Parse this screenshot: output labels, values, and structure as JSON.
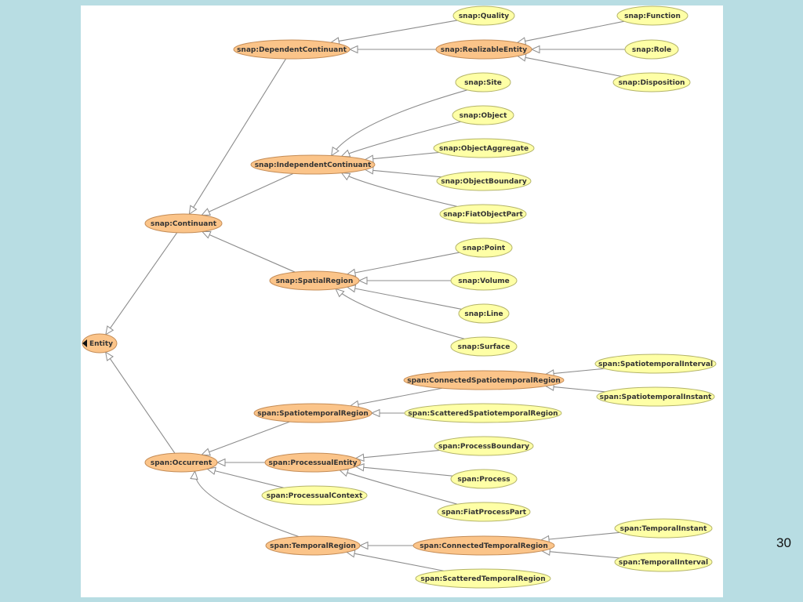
{
  "slide_number": "30",
  "colors": {
    "class_fill": "#fbc489",
    "class_stroke": "#c48c56",
    "leaf_fill": "#feffa6",
    "leaf_stroke": "#b4b46a",
    "edge": "#8c8c8c",
    "background": "#b8dde3"
  },
  "nodes": [
    {
      "id": "entity",
      "label": "Entity",
      "kind": "class"
    },
    {
      "id": "snap-continuant",
      "label": "snap:Continuant",
      "kind": "class"
    },
    {
      "id": "snap-dependent-continuant",
      "label": "snap:DependentContinuant",
      "kind": "class"
    },
    {
      "id": "snap-quality",
      "label": "snap:Quality",
      "kind": "leaf"
    },
    {
      "id": "snap-realizable-entity",
      "label": "snap:RealizableEntity",
      "kind": "class"
    },
    {
      "id": "snap-function",
      "label": "snap:Function",
      "kind": "leaf"
    },
    {
      "id": "snap-role",
      "label": "snap:Role",
      "kind": "leaf"
    },
    {
      "id": "snap-disposition",
      "label": "snap:Disposition",
      "kind": "leaf"
    },
    {
      "id": "snap-independent-continuant",
      "label": "snap:IndependentContinuant",
      "kind": "class"
    },
    {
      "id": "snap-site",
      "label": "snap:Site",
      "kind": "leaf"
    },
    {
      "id": "snap-object",
      "label": "snap:Object",
      "kind": "leaf"
    },
    {
      "id": "snap-object-aggregate",
      "label": "snap:ObjectAggregate",
      "kind": "leaf"
    },
    {
      "id": "snap-object-boundary",
      "label": "snap:ObjectBoundary",
      "kind": "leaf"
    },
    {
      "id": "snap-fiat-object-part",
      "label": "snap:FiatObjectPart",
      "kind": "leaf"
    },
    {
      "id": "snap-spatial-region",
      "label": "snap:SpatialRegion",
      "kind": "class"
    },
    {
      "id": "snap-point",
      "label": "snap:Point",
      "kind": "leaf"
    },
    {
      "id": "snap-volume",
      "label": "snap:Volume",
      "kind": "leaf"
    },
    {
      "id": "snap-line",
      "label": "snap:Line",
      "kind": "leaf"
    },
    {
      "id": "snap-surface",
      "label": "snap:Surface",
      "kind": "leaf"
    },
    {
      "id": "span-occurrent",
      "label": "span:Occurrent",
      "kind": "class"
    },
    {
      "id": "span-spatiotemporal-region",
      "label": "span:SpatiotemporalRegion",
      "kind": "class"
    },
    {
      "id": "span-connected-spatiotemporal-region",
      "label": "span:ConnectedSpatiotemporalRegion",
      "kind": "class"
    },
    {
      "id": "span-spatiotemporal-interval",
      "label": "span:SpatiotemporalInterval",
      "kind": "leaf"
    },
    {
      "id": "span-spatiotemporal-instant",
      "label": "span:SpatiotemporalInstant",
      "kind": "leaf"
    },
    {
      "id": "span-scattered-spatiotemporal-region",
      "label": "span:ScatteredSpatiotemporalRegion",
      "kind": "leaf"
    },
    {
      "id": "span-processual-entity",
      "label": "span:ProcessualEntity",
      "kind": "class"
    },
    {
      "id": "span-process-boundary",
      "label": "span:ProcessBoundary",
      "kind": "leaf"
    },
    {
      "id": "span-process",
      "label": "span:Process",
      "kind": "leaf"
    },
    {
      "id": "span-fiat-process-part",
      "label": "span:FiatProcessPart",
      "kind": "leaf"
    },
    {
      "id": "span-processual-context",
      "label": "span:ProcessualContext",
      "kind": "leaf"
    },
    {
      "id": "span-temporal-region",
      "label": "span:TemporalRegion",
      "kind": "class"
    },
    {
      "id": "span-connected-temporal-region",
      "label": "span:ConnectedTemporalRegion",
      "kind": "class"
    },
    {
      "id": "span-temporal-instant",
      "label": "span:TemporalInstant",
      "kind": "leaf"
    },
    {
      "id": "span-temporal-interval",
      "label": "span:TemporalInterval",
      "kind": "leaf"
    },
    {
      "id": "span-scattered-temporal-region",
      "label": "span:ScatteredTemporalRegion",
      "kind": "leaf"
    }
  ],
  "edges": [
    {
      "from": "snap-continuant",
      "to": "entity"
    },
    {
      "from": "span-occurrent",
      "to": "entity"
    },
    {
      "from": "snap-dependent-continuant",
      "to": "snap-continuant"
    },
    {
      "from": "snap-independent-continuant",
      "to": "snap-continuant"
    },
    {
      "from": "snap-spatial-region",
      "to": "snap-continuant"
    },
    {
      "from": "snap-quality",
      "to": "snap-dependent-continuant"
    },
    {
      "from": "snap-realizable-entity",
      "to": "snap-dependent-continuant"
    },
    {
      "from": "snap-function",
      "to": "snap-realizable-entity"
    },
    {
      "from": "snap-role",
      "to": "snap-realizable-entity"
    },
    {
      "from": "snap-disposition",
      "to": "snap-realizable-entity"
    },
    {
      "from": "snap-site",
      "to": "snap-independent-continuant"
    },
    {
      "from": "snap-object",
      "to": "snap-independent-continuant"
    },
    {
      "from": "snap-object-aggregate",
      "to": "snap-independent-continuant"
    },
    {
      "from": "snap-object-boundary",
      "to": "snap-independent-continuant"
    },
    {
      "from": "snap-fiat-object-part",
      "to": "snap-independent-continuant"
    },
    {
      "from": "snap-point",
      "to": "snap-spatial-region"
    },
    {
      "from": "snap-volume",
      "to": "snap-spatial-region"
    },
    {
      "from": "snap-line",
      "to": "snap-spatial-region"
    },
    {
      "from": "snap-surface",
      "to": "snap-spatial-region"
    },
    {
      "from": "span-spatiotemporal-region",
      "to": "span-occurrent"
    },
    {
      "from": "span-processual-entity",
      "to": "span-occurrent"
    },
    {
      "from": "span-processual-context",
      "to": "span-occurrent"
    },
    {
      "from": "span-temporal-region",
      "to": "span-occurrent"
    },
    {
      "from": "span-connected-spatiotemporal-region",
      "to": "span-spatiotemporal-region"
    },
    {
      "from": "span-scattered-spatiotemporal-region",
      "to": "span-spatiotemporal-region"
    },
    {
      "from": "span-spatiotemporal-interval",
      "to": "span-connected-spatiotemporal-region"
    },
    {
      "from": "span-spatiotemporal-instant",
      "to": "span-connected-spatiotemporal-region"
    },
    {
      "from": "span-process-boundary",
      "to": "span-processual-entity"
    },
    {
      "from": "span-process",
      "to": "span-processual-entity"
    },
    {
      "from": "span-fiat-process-part",
      "to": "span-processual-entity"
    },
    {
      "from": "span-connected-temporal-region",
      "to": "span-temporal-region"
    },
    {
      "from": "span-scattered-temporal-region",
      "to": "span-temporal-region"
    },
    {
      "from": "span-temporal-instant",
      "to": "span-connected-temporal-region"
    },
    {
      "from": "span-temporal-interval",
      "to": "span-connected-temporal-region"
    }
  ]
}
